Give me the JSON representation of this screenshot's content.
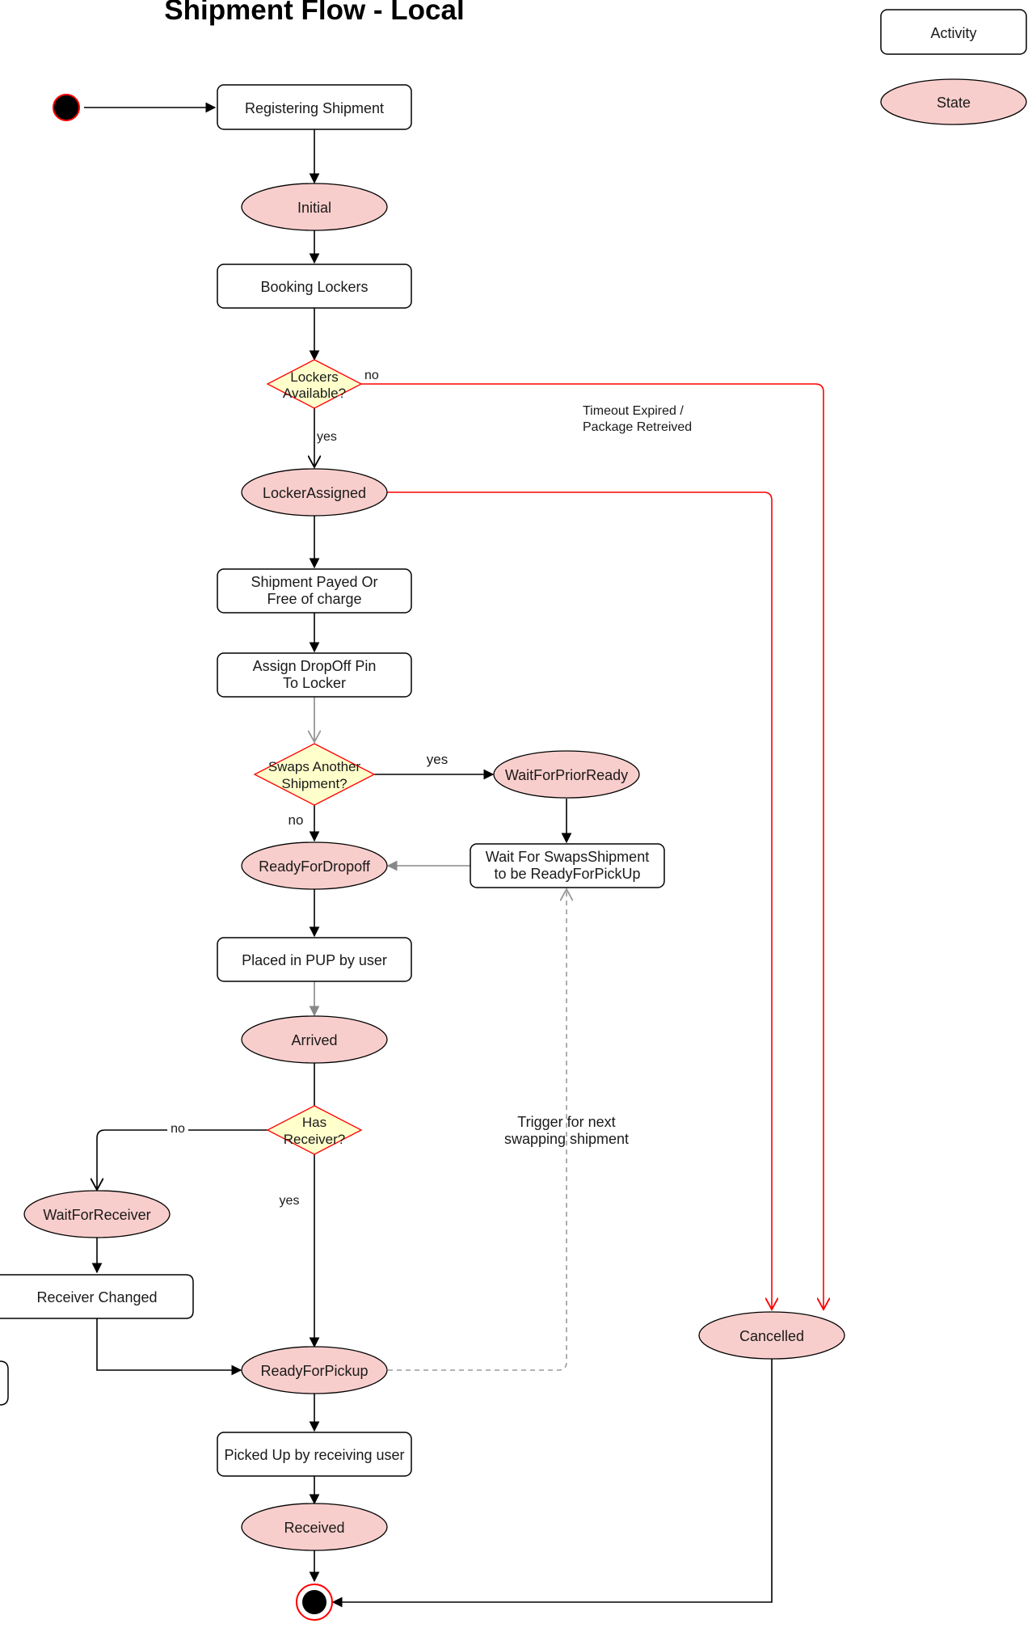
{
  "title": "Shipment Flow - Local",
  "colors": {
    "state_fill": "#f8cecc",
    "decision_fill": "#ffffcc",
    "decision_stroke": "#ff0000",
    "cancel_edge": "#ff0000",
    "muted_edge": "#888888",
    "dashed_edge": "#9a9a9a"
  },
  "legend": {
    "activity": "Activity",
    "state": "State"
  },
  "nodes": {
    "registering": "Registering Shipment",
    "initial": "Initial",
    "booking": "Booking Lockers",
    "lockers_q": [
      "Lockers",
      "Available?"
    ],
    "locker_assigned": "LockerAssigned",
    "payed": [
      "Shipment Payed Or",
      "Free of charge"
    ],
    "assign_pin": [
      "Assign DropOff Pin",
      "To Locker"
    ],
    "swaps_q": [
      "Swaps Another",
      "Shipment?"
    ],
    "wait_prior": "WaitForPriorReady",
    "wait_swaps": [
      "Wait For SwapsShipment",
      "to be ReadyForPickUp"
    ],
    "ready_dropoff": "ReadyForDropoff",
    "placed": "Placed in PUP by user",
    "arrived": "Arrived",
    "receiver_q": [
      "Has",
      "Receiver?"
    ],
    "wait_receiver": "WaitForReceiver",
    "receiver_changed": "Receiver Changed",
    "ready_pickup": "ReadyForPickup",
    "picked_up": "Picked Up by receiving user",
    "received": "Received",
    "cancelled": "Cancelled"
  },
  "edge_labels": {
    "lockers_no": "no",
    "lockers_yes": "yes",
    "timeout": [
      "Timeout Expired /",
      "Package Retreived"
    ],
    "swaps_yes": "yes",
    "swaps_no": "no",
    "receiver_no": "no",
    "receiver_yes": "yes",
    "trigger": [
      "Trigger for next",
      "swapping shipment"
    ]
  }
}
